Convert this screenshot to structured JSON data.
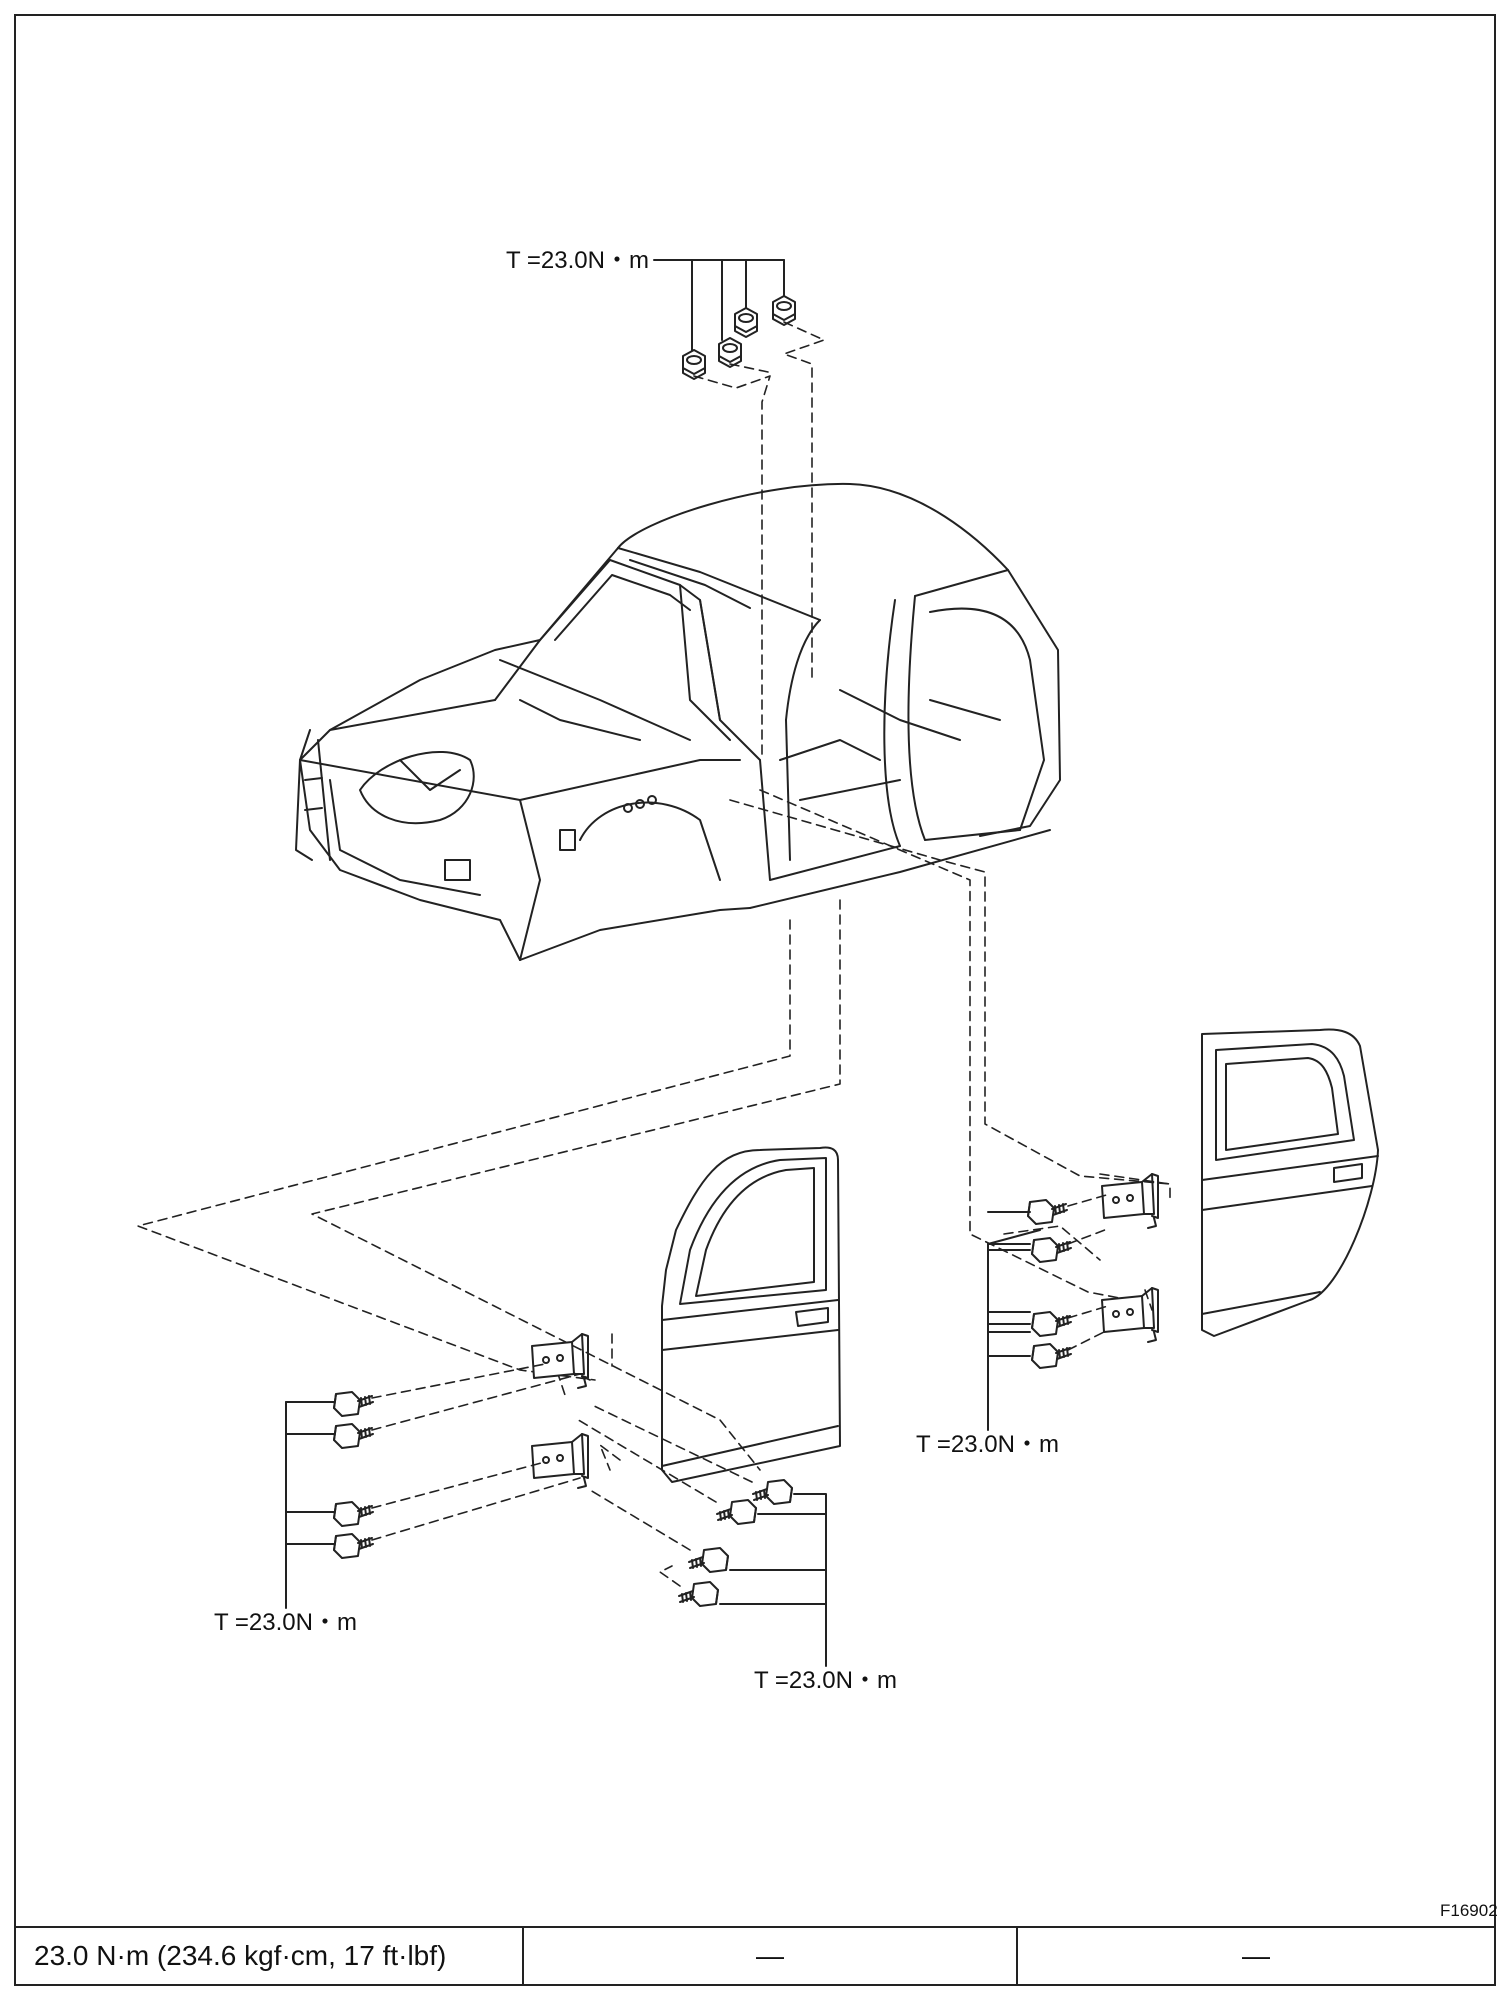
{
  "callouts": {
    "roof_nuts": "T =23.0N・m",
    "rear_hinge_bolts": "T =23.0N・m",
    "front_upper_bolts": "T =23.0N・m",
    "front_lower_bolts": "T =23.0N・m"
  },
  "figure_code": "F16902",
  "torque_table": {
    "cells": [
      "23.0 N·m (234.6 kgf·cm, 17 ft·lbf)",
      "—",
      "—"
    ]
  },
  "parts": {
    "body_shell": "cab-body-shell",
    "front_door": "front-door-panel",
    "rear_door": "rear-door-panel",
    "hinges": [
      "front-upper-hinge",
      "front-lower-hinge",
      "rear-upper-hinge",
      "rear-lower-hinge"
    ]
  }
}
